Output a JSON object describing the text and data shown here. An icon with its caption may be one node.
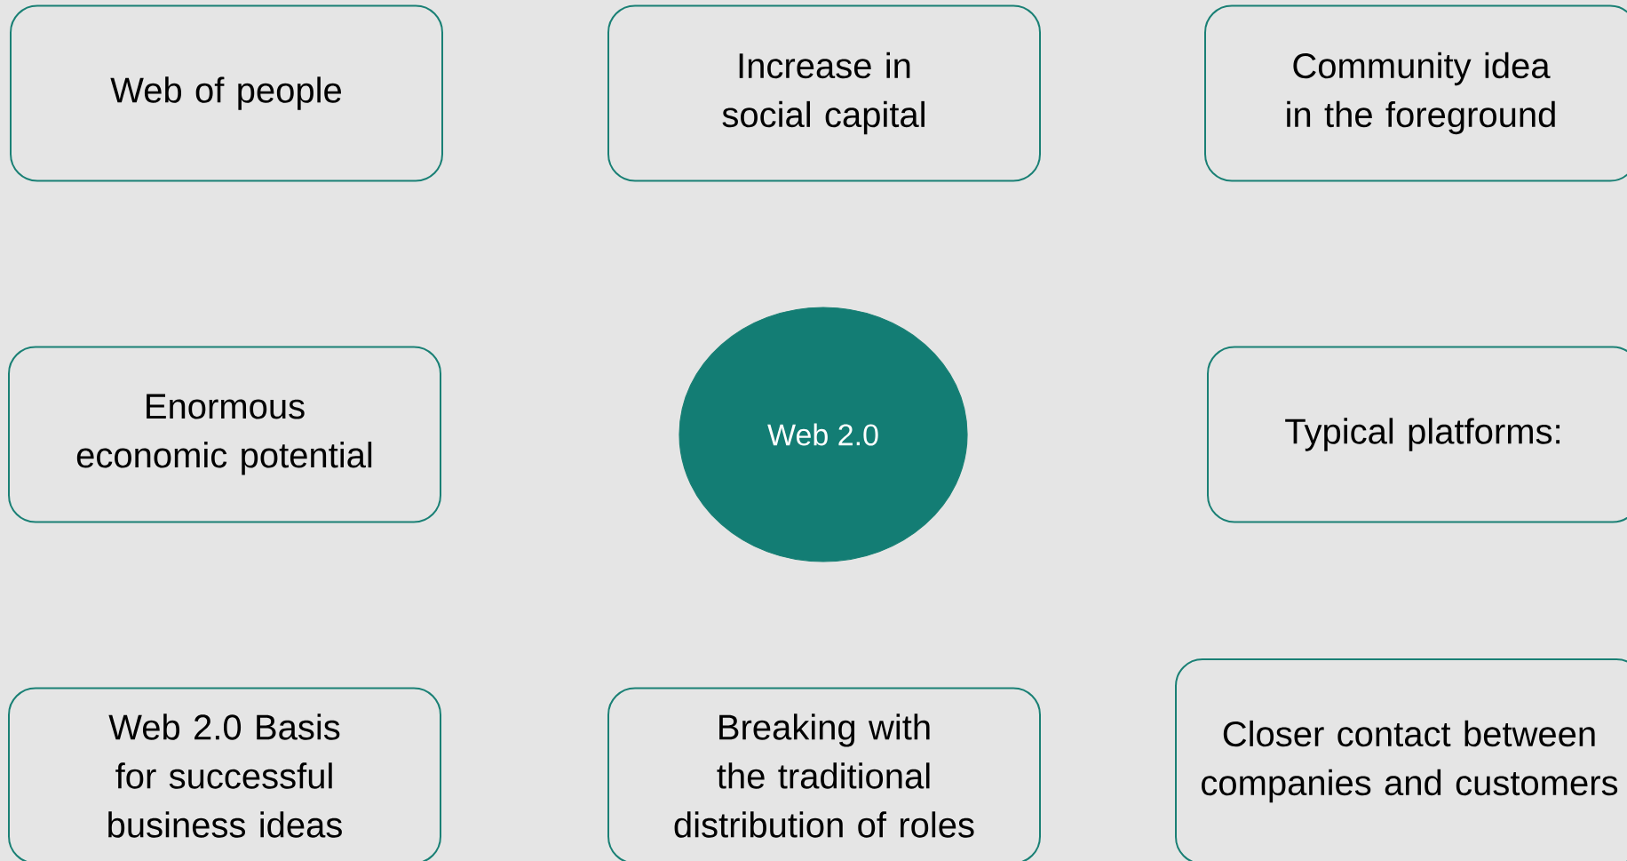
{
  "diagram": {
    "nodes": [
      {
        "text": [
          "Web of people"
        ]
      },
      {
        "text": [
          "Increase in social capital"
        ]
      },
      {
        "text": [
          "Community idea in the foreground"
        ]
      },
      {
        "text": [
          "Enormous economic potential"
        ]
      },
      {
        "text": [
          "Web 2.0"
        ]
      },
      {
        "text": [
          "Typical platforms:"
        ]
      },
      {
        "text": [
          "Web 2.0 Basis for successful business ideas"
        ]
      },
      {
        "text": [
          "Breaking with the traditional distribution of roles"
        ]
      },
      {
        "text": [
          "Closer contact between companies and customers"
        ]
      }
    ]
  }
}
